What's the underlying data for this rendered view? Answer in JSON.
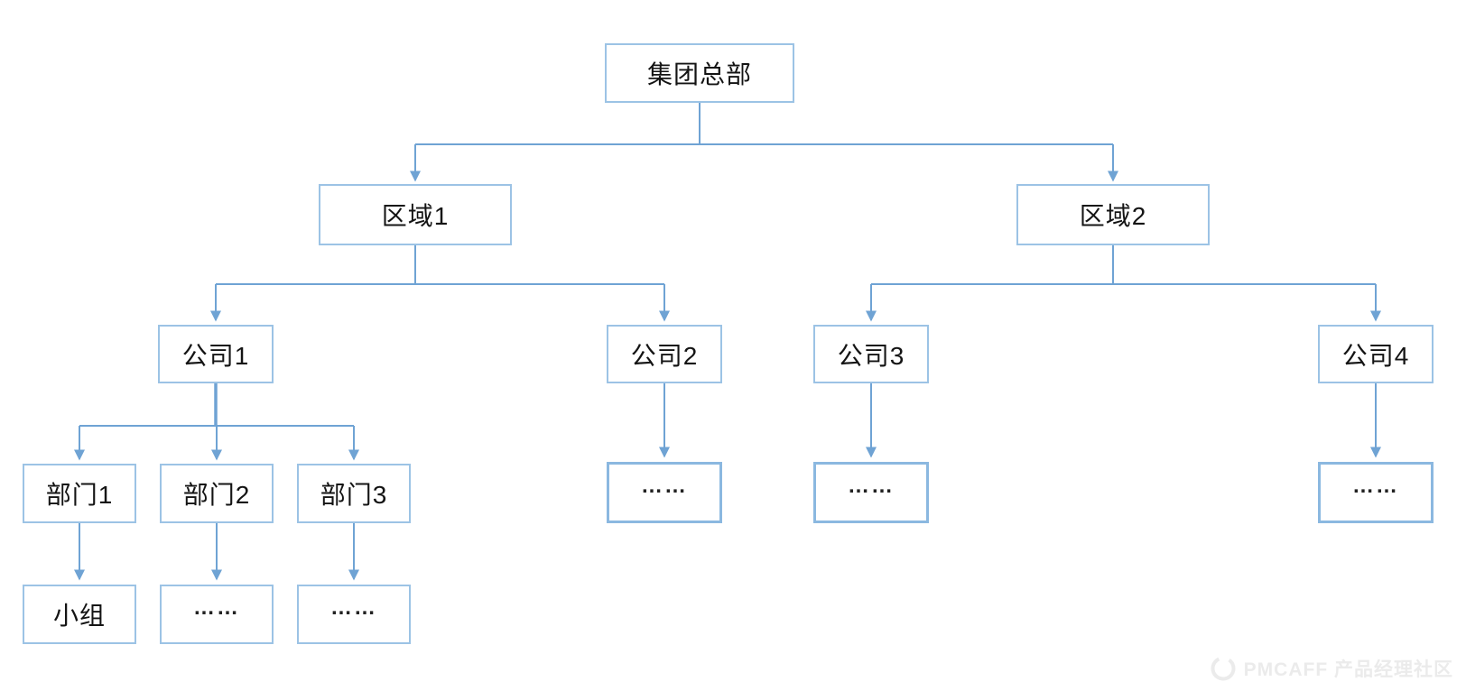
{
  "page": {
    "background": "#ffffff"
  },
  "colors": {
    "box_border": "#9cc3e5",
    "box_fill": "#ffffff",
    "connector": "#6fa3d4",
    "label_text": "#141414",
    "watermark": "#ebebeb"
  },
  "org_chart": {
    "nodes": {
      "hq": {
        "label": "集团总部",
        "level": 1
      },
      "region1": {
        "label": "区域1",
        "level": 2
      },
      "region2": {
        "label": "区域2",
        "level": 2
      },
      "company1": {
        "label": "公司1",
        "level": 3
      },
      "company2": {
        "label": "公司2",
        "level": 3
      },
      "company3": {
        "label": "公司3",
        "level": 3
      },
      "company4": {
        "label": "公司4",
        "level": 3
      },
      "dept1": {
        "label": "部门1",
        "level": 4
      },
      "dept2": {
        "label": "部门2",
        "level": 4
      },
      "dept3": {
        "label": "部门3",
        "level": 4
      },
      "company2_more": {
        "label": "……",
        "level": 4
      },
      "company3_more": {
        "label": "……",
        "level": 4
      },
      "company4_more": {
        "label": "……",
        "level": 4
      },
      "team": {
        "label": "小组",
        "level": 5
      },
      "dept2_more": {
        "label": "……",
        "level": 5
      },
      "dept3_more": {
        "label": "……",
        "level": 5
      }
    },
    "edges": [
      [
        "hq",
        "region1"
      ],
      [
        "hq",
        "region2"
      ],
      [
        "region1",
        "company1"
      ],
      [
        "region1",
        "company2"
      ],
      [
        "region2",
        "company3"
      ],
      [
        "region2",
        "company4"
      ],
      [
        "company1",
        "dept1"
      ],
      [
        "company1",
        "dept2"
      ],
      [
        "company1",
        "dept3"
      ],
      [
        "company2",
        "company2_more"
      ],
      [
        "company3",
        "company3_more"
      ],
      [
        "company4",
        "company4_more"
      ],
      [
        "dept1",
        "team"
      ],
      [
        "dept2",
        "dept2_more"
      ],
      [
        "dept3",
        "dept3_more"
      ]
    ]
  },
  "watermark": {
    "label": "PMCAFF 产品经理社区"
  }
}
